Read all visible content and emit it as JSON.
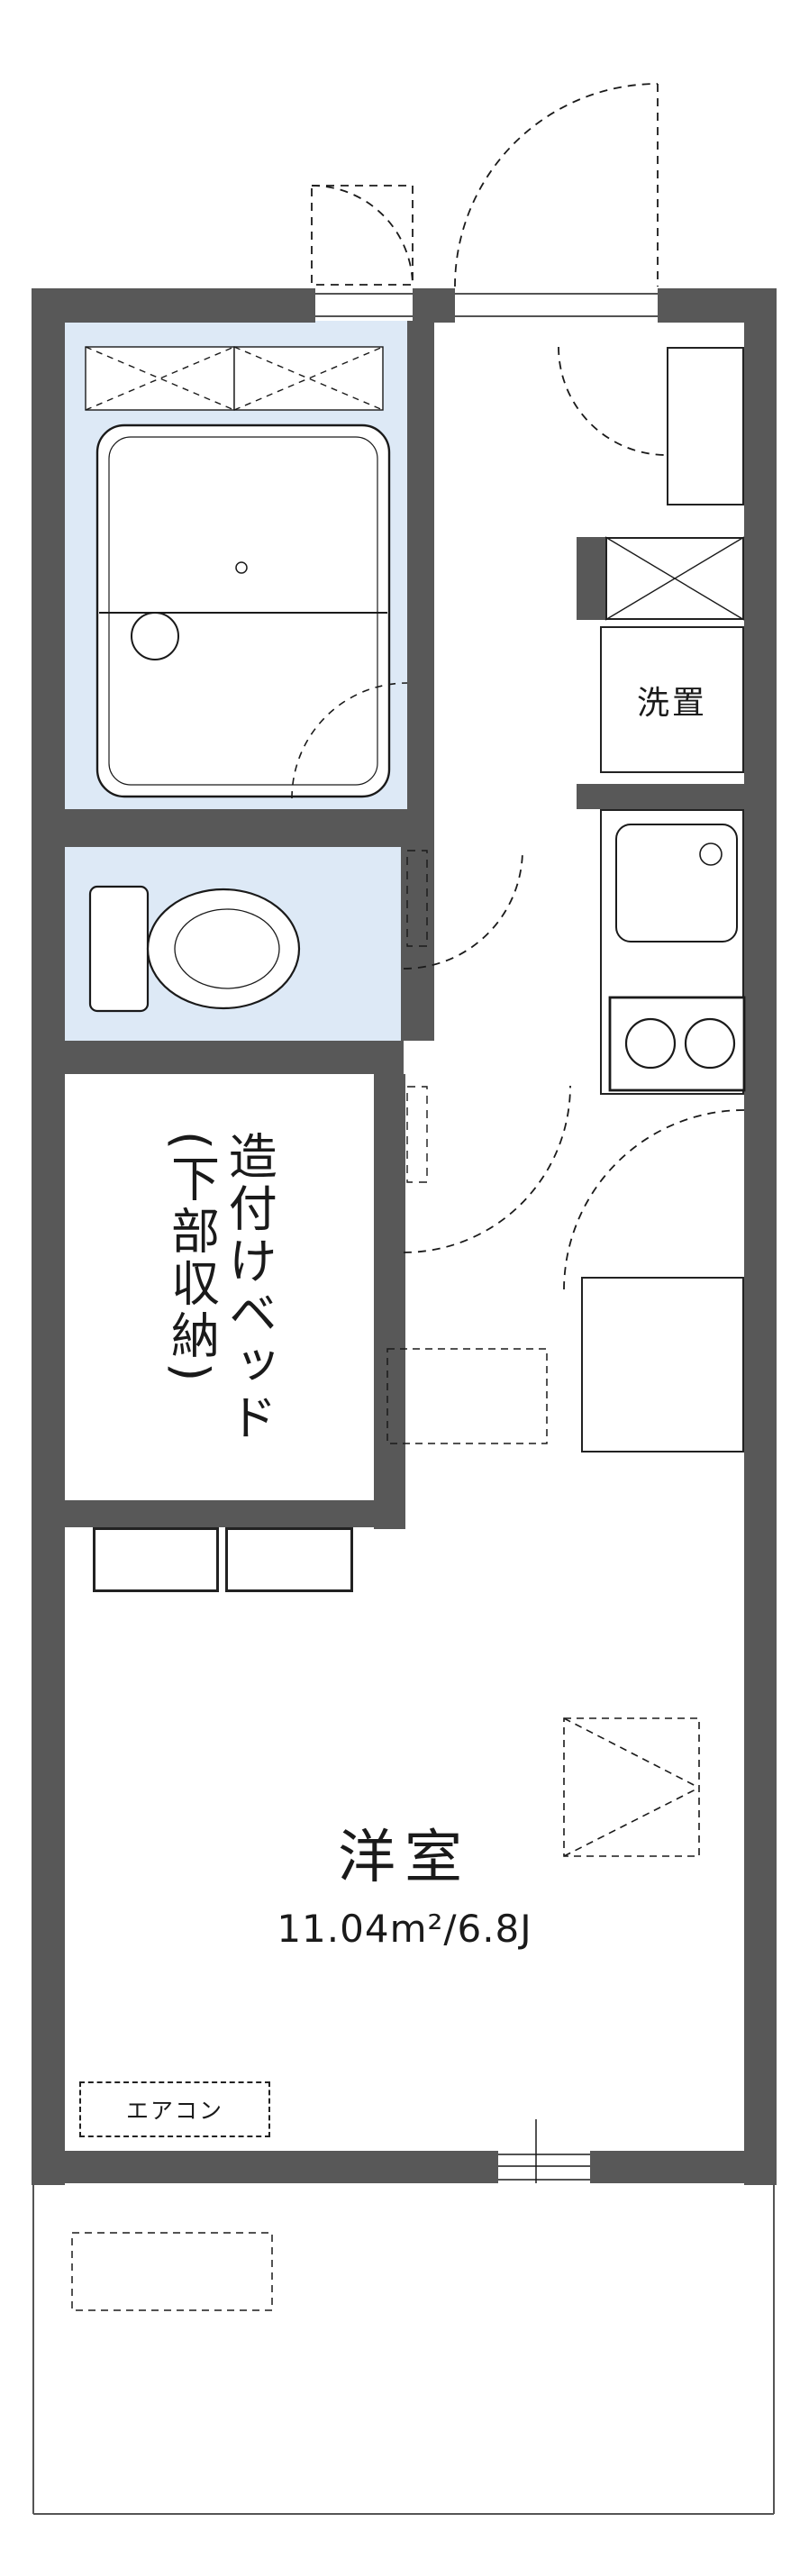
{
  "floor_plan": {
    "labels": {
      "washstand": "洗置",
      "bed_main": "造付けベッド",
      "bed_sub": "(下部収納)",
      "room_name": "洋室",
      "room_size": "11.04m²/6.8J",
      "aircon": "エアコン"
    },
    "colors": {
      "wall": "#585858",
      "wet_area": "#dde9f6",
      "cabinet": "#f3eac4",
      "line": "#1a1a1a"
    },
    "icons": {
      "bathtub": "bathtub-icon",
      "toilet": "toilet-icon",
      "kitchen_sink": "sink-icon",
      "stove": "stove-icon",
      "washer_place": "washer-cross-icon",
      "door_swing": "door-swing-arc",
      "upper_cabinet": "upper-cabinet-icon",
      "balcony_window": "balcony-window-icon"
    }
  }
}
